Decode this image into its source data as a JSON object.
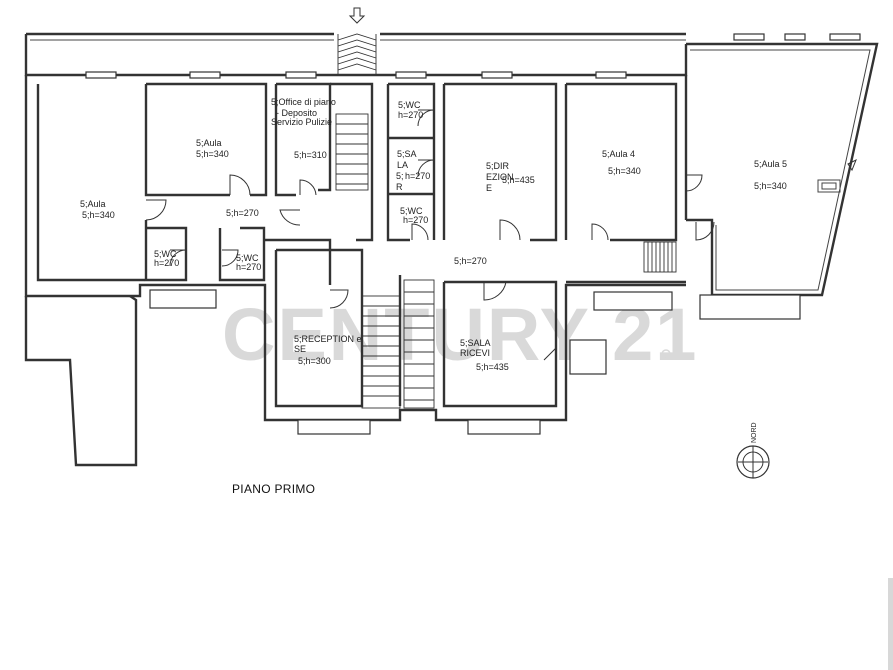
{
  "plan": {
    "floor_title": "PIANO PRIMO",
    "watermark": "CENTURY 21",
    "north_label": "NORD",
    "rooms": [
      {
        "name": "aula-left-large",
        "lines": [
          "5;Aula",
          "5;h=340"
        ]
      },
      {
        "name": "aula-top",
        "lines": [
          "5;Aula",
          "5;h=340"
        ]
      },
      {
        "name": "office-deposito",
        "lines": [
          "5;Office di piano",
          "- Deposito",
          "Servizio Pulizie",
          "5;h=310"
        ]
      },
      {
        "name": "corridor-left",
        "lines": [
          "5;h=270"
        ]
      },
      {
        "name": "wc-left-1",
        "lines": [
          "5;WC",
          "h=270"
        ]
      },
      {
        "name": "wc-left-2",
        "lines": [
          "5;WC",
          "h=270"
        ]
      },
      {
        "name": "wc-top",
        "lines": [
          "5;WC",
          "h=270"
        ]
      },
      {
        "name": "sala-small",
        "lines": [
          "5;SA",
          "LA",
          "5;",
          "R",
          "h=270"
        ]
      },
      {
        "name": "wc-middle",
        "lines": [
          "5;WC",
          "h=270"
        ]
      },
      {
        "name": "direzione",
        "lines": [
          "5;DIR",
          "EZION",
          "E",
          "5;h=435"
        ]
      },
      {
        "name": "aula-4",
        "lines": [
          "5;Aula 4",
          "5;h=340"
        ]
      },
      {
        "name": "aula-5",
        "lines": [
          "5;Aula 5",
          "5;h=340"
        ]
      },
      {
        "name": "corridor-center",
        "lines": [
          "5;h=270"
        ]
      },
      {
        "name": "reception",
        "lines": [
          "5;RECEPTION e",
          "SE",
          "5;h=300"
        ]
      },
      {
        "name": "sala-ricevi",
        "lines": [
          "5;SALA",
          "RICEVI",
          "5;h=435"
        ]
      }
    ]
  }
}
